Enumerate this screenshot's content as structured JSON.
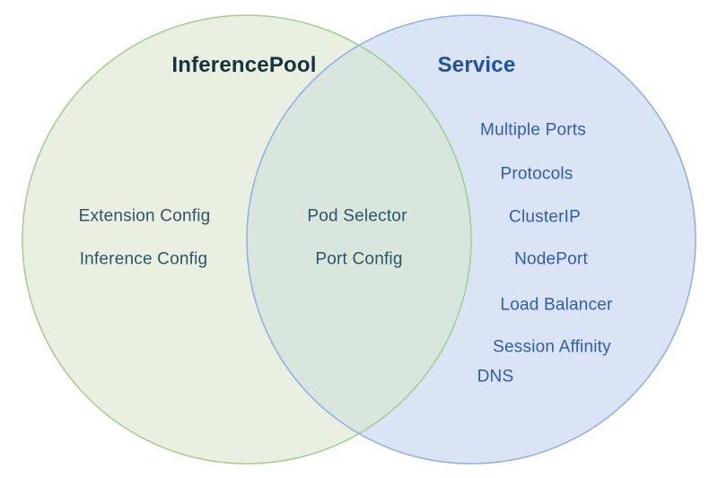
{
  "diagram": {
    "type": "venn",
    "left": {
      "title": "InferencePool",
      "items": [
        "Extension Config",
        "Inference Config"
      ]
    },
    "overlap": {
      "items": [
        "Pod Selector",
        "Port Config"
      ]
    },
    "right": {
      "title": "Service",
      "items": [
        "Multiple Ports",
        "Protocols",
        "ClusterIP",
        "NodePort",
        "Load Balancer",
        "Session Affinity",
        "DNS"
      ]
    }
  },
  "colors": {
    "left-fill": "#e9f0e2",
    "left-stroke": "#a9cd93",
    "right-fill": "#dae4f5",
    "right-stroke": "#92b1e7",
    "overlap-fill": "#d8e6dd",
    "left-title-color": "#16323e",
    "left-text-color": "#2e5664",
    "right-title-color": "#1d4fa5",
    "right-text-color": "#2f5db5"
  }
}
